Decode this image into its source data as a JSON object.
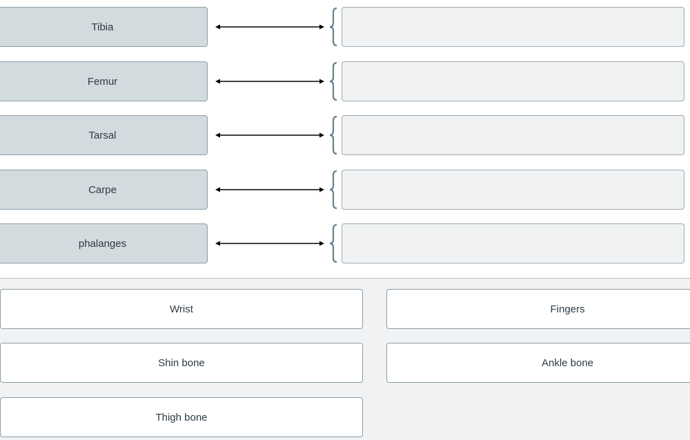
{
  "prompts": [
    {
      "label": "Tibia"
    },
    {
      "label": "Femur"
    },
    {
      "label": "Tarsal"
    },
    {
      "label": "Carpe"
    },
    {
      "label": "phalanges"
    }
  ],
  "choices": [
    {
      "label": "Wrist"
    },
    {
      "label": "Fingers"
    },
    {
      "label": "Shin bone"
    },
    {
      "label": "Ankle bone"
    },
    {
      "label": "Thigh bone"
    }
  ],
  "colors": {
    "prompt_bg": "#d4dbdf",
    "drop_bg": "#f0f2f3",
    "bank_bg": "#f0f2f3",
    "text": "#2b3a44",
    "arrow": "#000000",
    "brace": "#6b7f8a"
  },
  "icons": {
    "connector": "double-arrow-icon",
    "bracket": "left-brace-icon"
  }
}
